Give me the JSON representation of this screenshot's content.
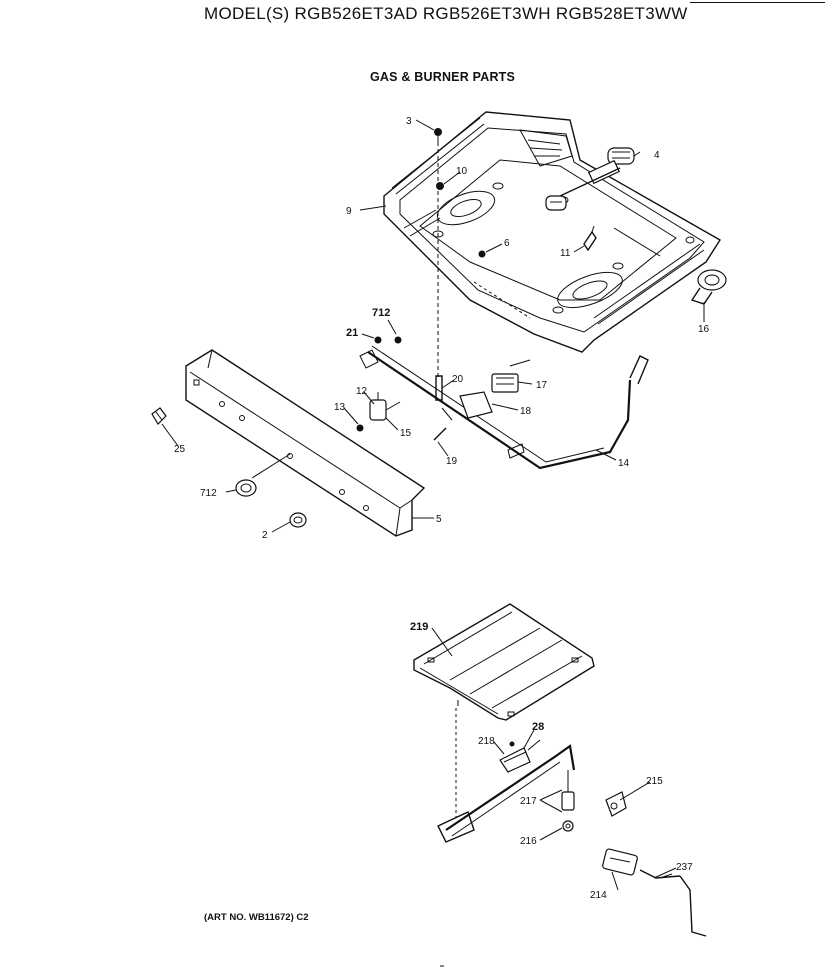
{
  "header": {
    "title": "MODEL(S) RGB526ET3AD  RGB526ET3WH  RGB528ET3WW",
    "section_title": "GAS & BURNER PARTS"
  },
  "footer": {
    "art_no": "(ART NO. WB11672) C2"
  },
  "callouts": [
    "3",
    "4",
    "10",
    "9",
    "6",
    "11",
    "16",
    "712",
    "21",
    "20",
    "17",
    "12",
    "13",
    "15",
    "18",
    "19",
    "14",
    "25",
    "712",
    "2",
    "5",
    "219",
    "28",
    "218",
    "215",
    "217",
    "216",
    "237",
    "214"
  ]
}
